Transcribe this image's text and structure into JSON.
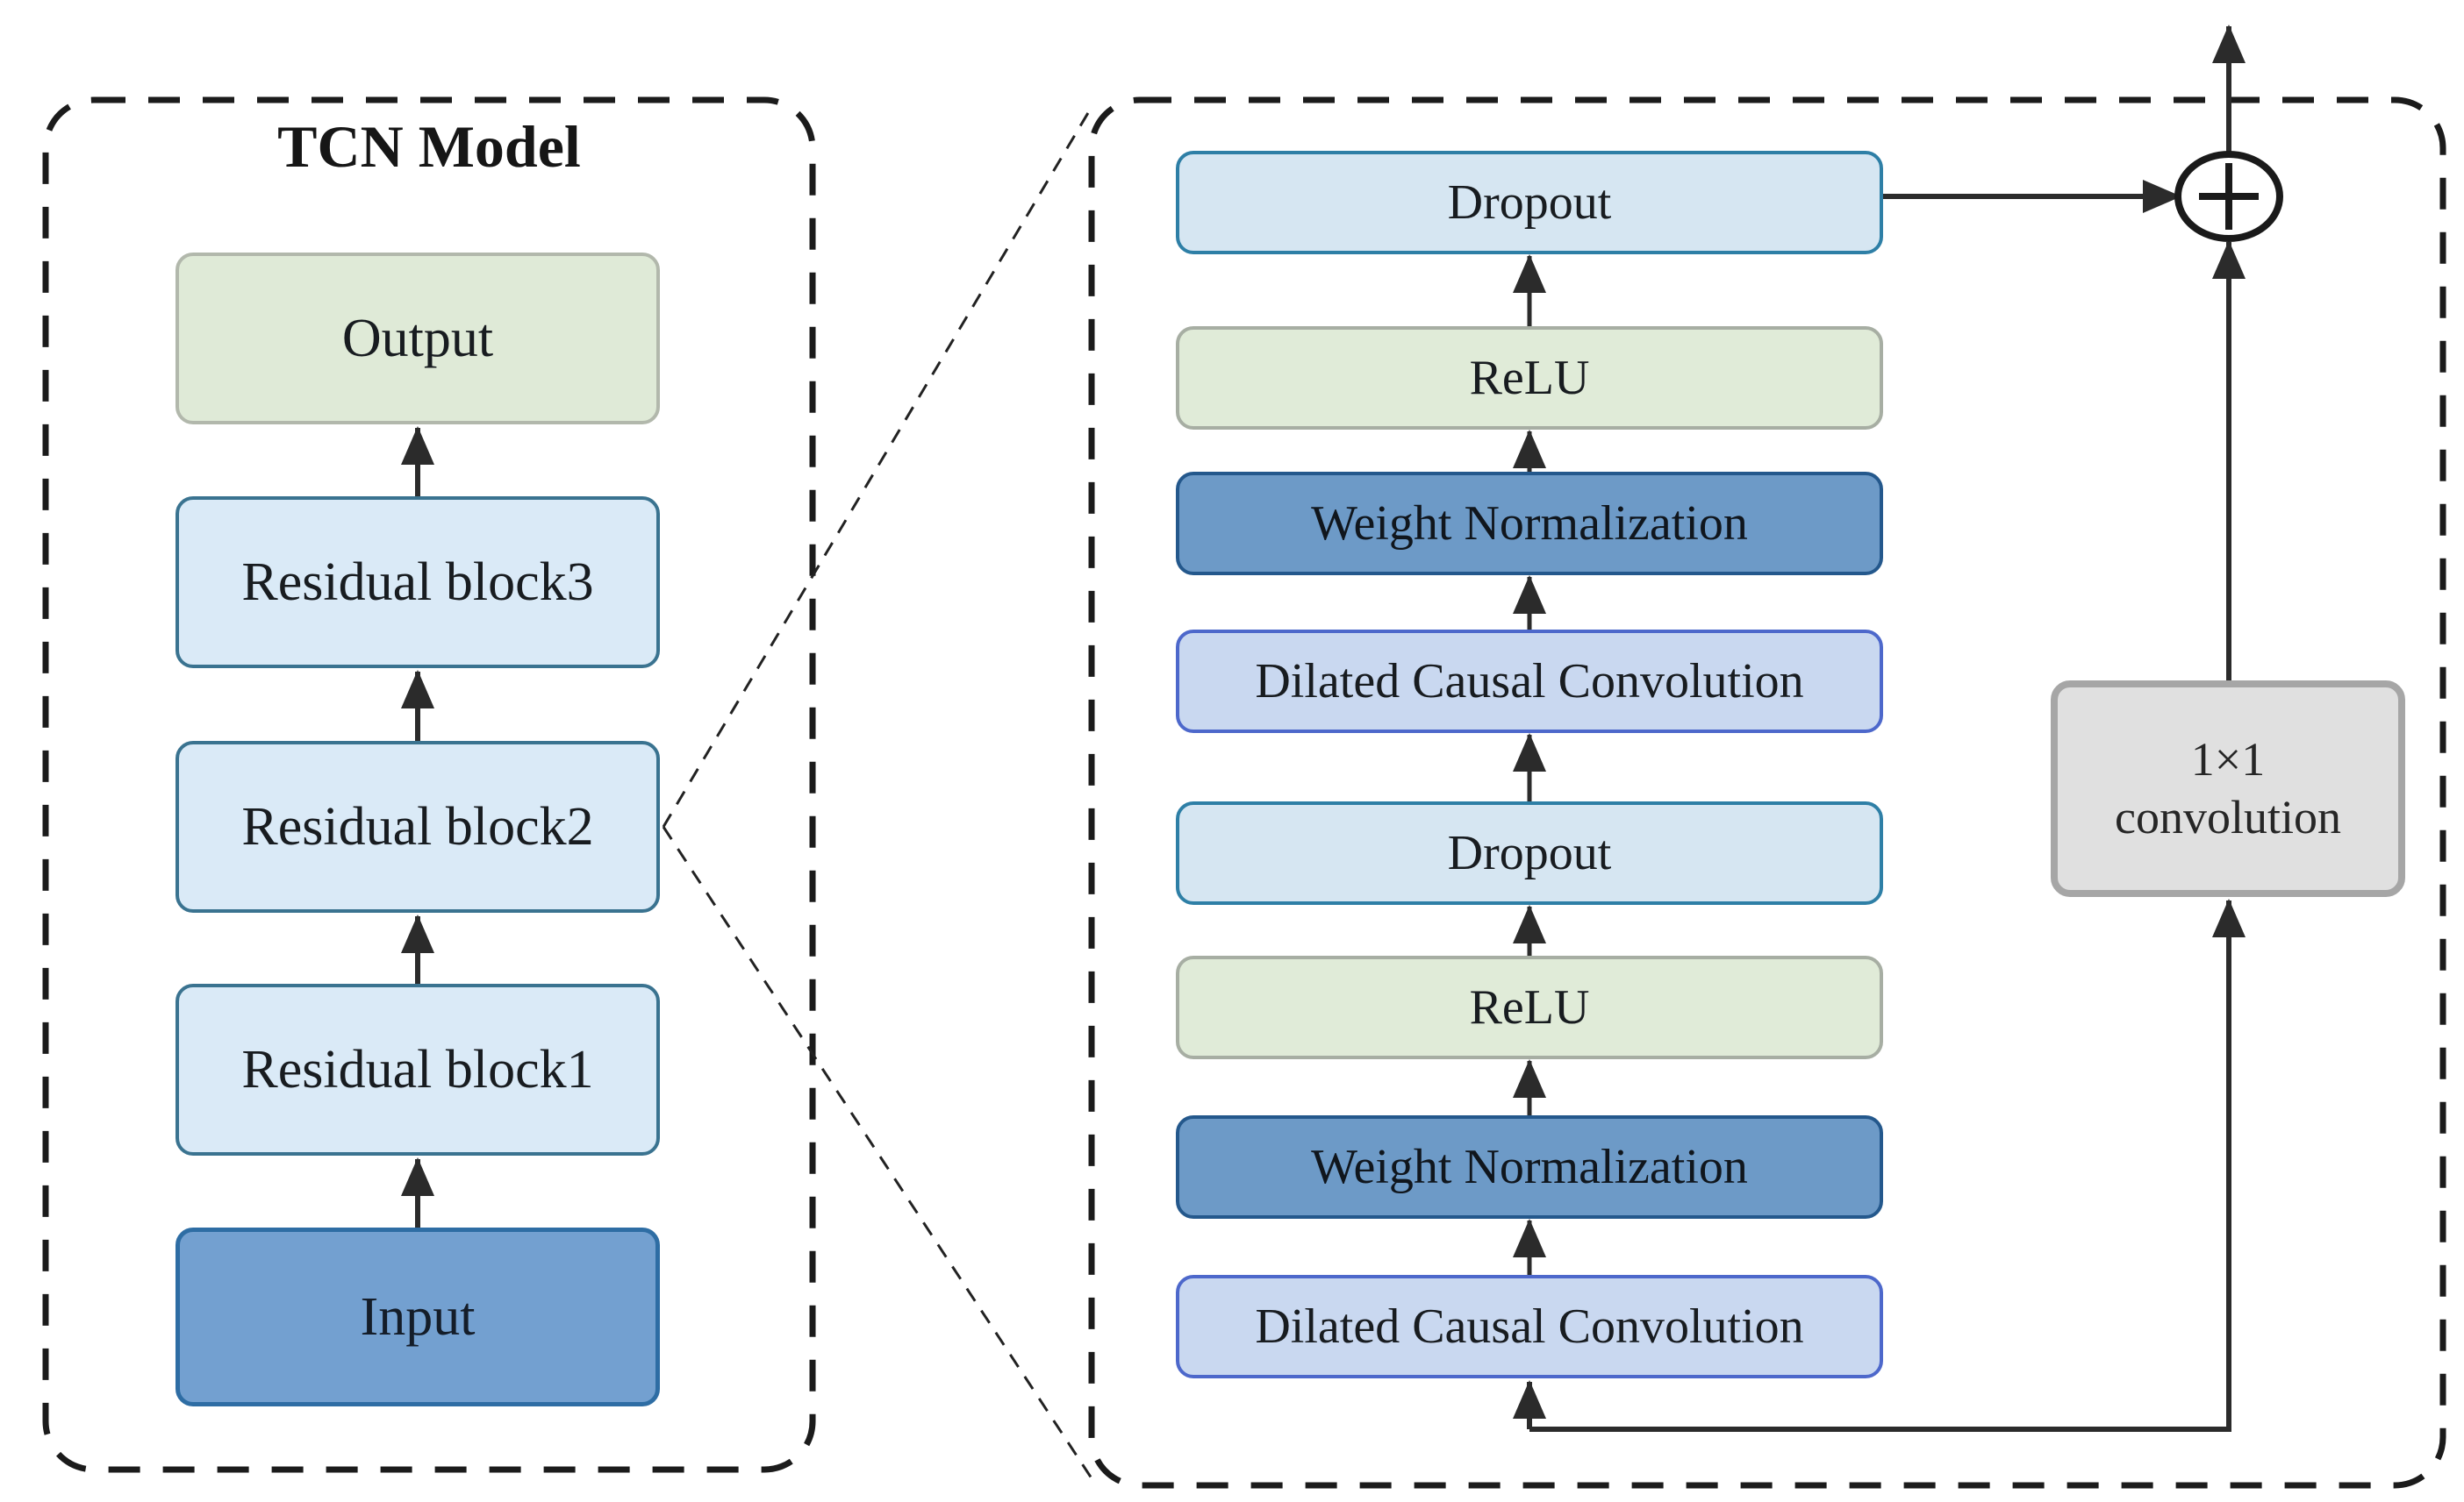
{
  "left_panel": {
    "title": "TCN Model",
    "boxes": [
      {
        "label": "Output",
        "fill": "#dfead7",
        "border": "#b2b8ac"
      },
      {
        "label": "Residual block3",
        "fill": "#daeaf7",
        "border": "#3a7390"
      },
      {
        "label": "Residual block2",
        "fill": "#daeaf7",
        "border": "#3a7390"
      },
      {
        "label": "Residual block1",
        "fill": "#daeaf7",
        "border": "#3a7390"
      },
      {
        "label": "Input",
        "fill": "#73a0d0",
        "border": "#2e6da4"
      }
    ]
  },
  "right_panel": {
    "boxes": [
      {
        "label": "Dropout",
        "fill": "#d6e6f2",
        "border": "#2e7fa6"
      },
      {
        "label": "ReLU",
        "fill": "#e0ebd8",
        "border": "#a7aea3"
      },
      {
        "label": "Weight Normalization",
        "fill": "#6d9ac7",
        "border": "#24588c"
      },
      {
        "label": "Dilated Causal Convolution",
        "fill": "#c9d8f0",
        "border": "#4d68cb"
      },
      {
        "label": "Dropout",
        "fill": "#d6e6f2",
        "border": "#2e7fa6"
      },
      {
        "label": "ReLU",
        "fill": "#e0ebd8",
        "border": "#a7aea3"
      },
      {
        "label": "Weight Normalization",
        "fill": "#6d9ac7",
        "border": "#24588c"
      },
      {
        "label": "Dilated Causal Convolution",
        "fill": "#c9d8f0",
        "border": "#4d68cb"
      }
    ],
    "conv_box": {
      "line1": "1×1",
      "line2": "convolution",
      "fill": "#e0e0e0",
      "border": "#a6a6a6"
    }
  },
  "icons": {
    "plus_circle_icon": "circled-plus merge node",
    "arrow_icon": "upward flow arrow"
  },
  "colors": {
    "line": "#2b2b2b",
    "dashed_border": "#1b1b1b",
    "text": "#181c20",
    "background": "#ffffff"
  }
}
